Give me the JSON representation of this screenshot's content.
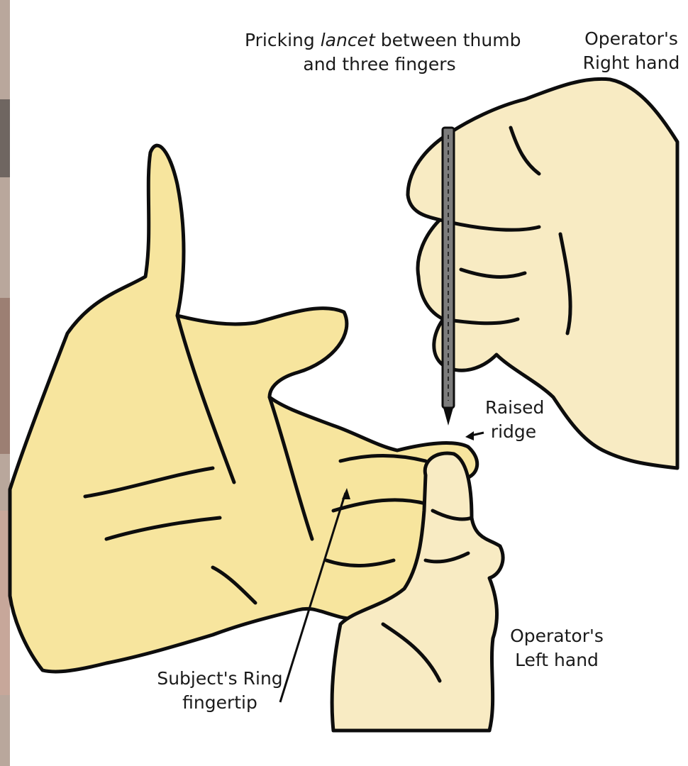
{
  "colors": {
    "skin_subject": "#f7e59e",
    "skin_operator": "#f8ebc3",
    "outline": "#0d0d0d",
    "lancet": "#7c7c7c",
    "left_edge_photo": "#8f7d74"
  },
  "labels": {
    "lancet_caption": {
      "line1_pre": "Pricking ",
      "line1_italic": "lancet",
      "line1_post": " between thumb",
      "line2": "and three fingers"
    },
    "operator_right": {
      "line1": "Operator's",
      "line2": "Right hand"
    },
    "raised_ridge": {
      "line1": "Raised",
      "line2": "ridge"
    },
    "operator_left": {
      "line1": "Operator's",
      "line2": "Left hand"
    },
    "subject_ring": {
      "line1": "Subject's Ring",
      "line2": "fingertip"
    }
  },
  "icons": {
    "lancet": "lancet-icon",
    "arrow": "arrow-icon"
  }
}
